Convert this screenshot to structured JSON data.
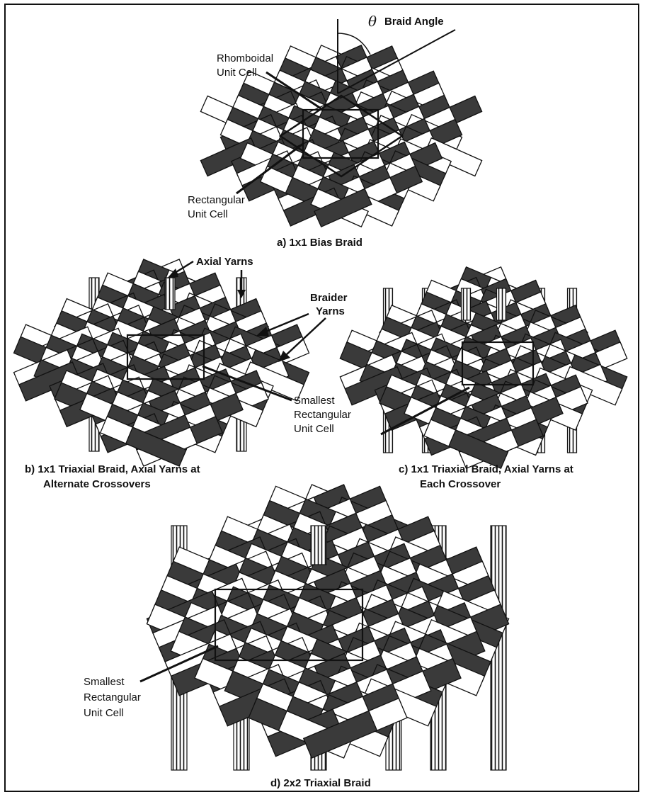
{
  "figure": {
    "colors": {
      "dark": "#3a3a3a",
      "light": "#ffffff",
      "stroke": "#111111"
    },
    "panel_a": {
      "theta_symbol": "θ",
      "braid_angle_label": "Braid Angle",
      "rhomboidal_line1": "Rhomboidal",
      "rhomboidal_line2": "Unit Cell",
      "rectangular_line1": "Rectangular",
      "rectangular_line2": "Unit Cell",
      "caption": "a)  1x1 Bias Braid"
    },
    "panel_b": {
      "axial_yarns_label": "Axial Yarns",
      "braider_line1": "Braider",
      "braider_line2": "Yarns",
      "smallest_line1": "Smallest",
      "smallest_line2": "Rectangular",
      "smallest_line3": "Unit Cell",
      "caption_line1": "b)  1x1 Triaxial Braid, Axial Yarns at",
      "caption_line2": "Alternate Crossovers"
    },
    "panel_c": {
      "caption_line1": "c)  1x1 Triaxial Braid, Axial Yarns at",
      "caption_line2": "Each Crossover"
    },
    "panel_d": {
      "smallest_line1": "Smallest",
      "smallest_line2": "Rectangular",
      "smallest_line3": "Unit Cell",
      "caption": "d)  2x2  Triaxial Braid"
    }
  }
}
